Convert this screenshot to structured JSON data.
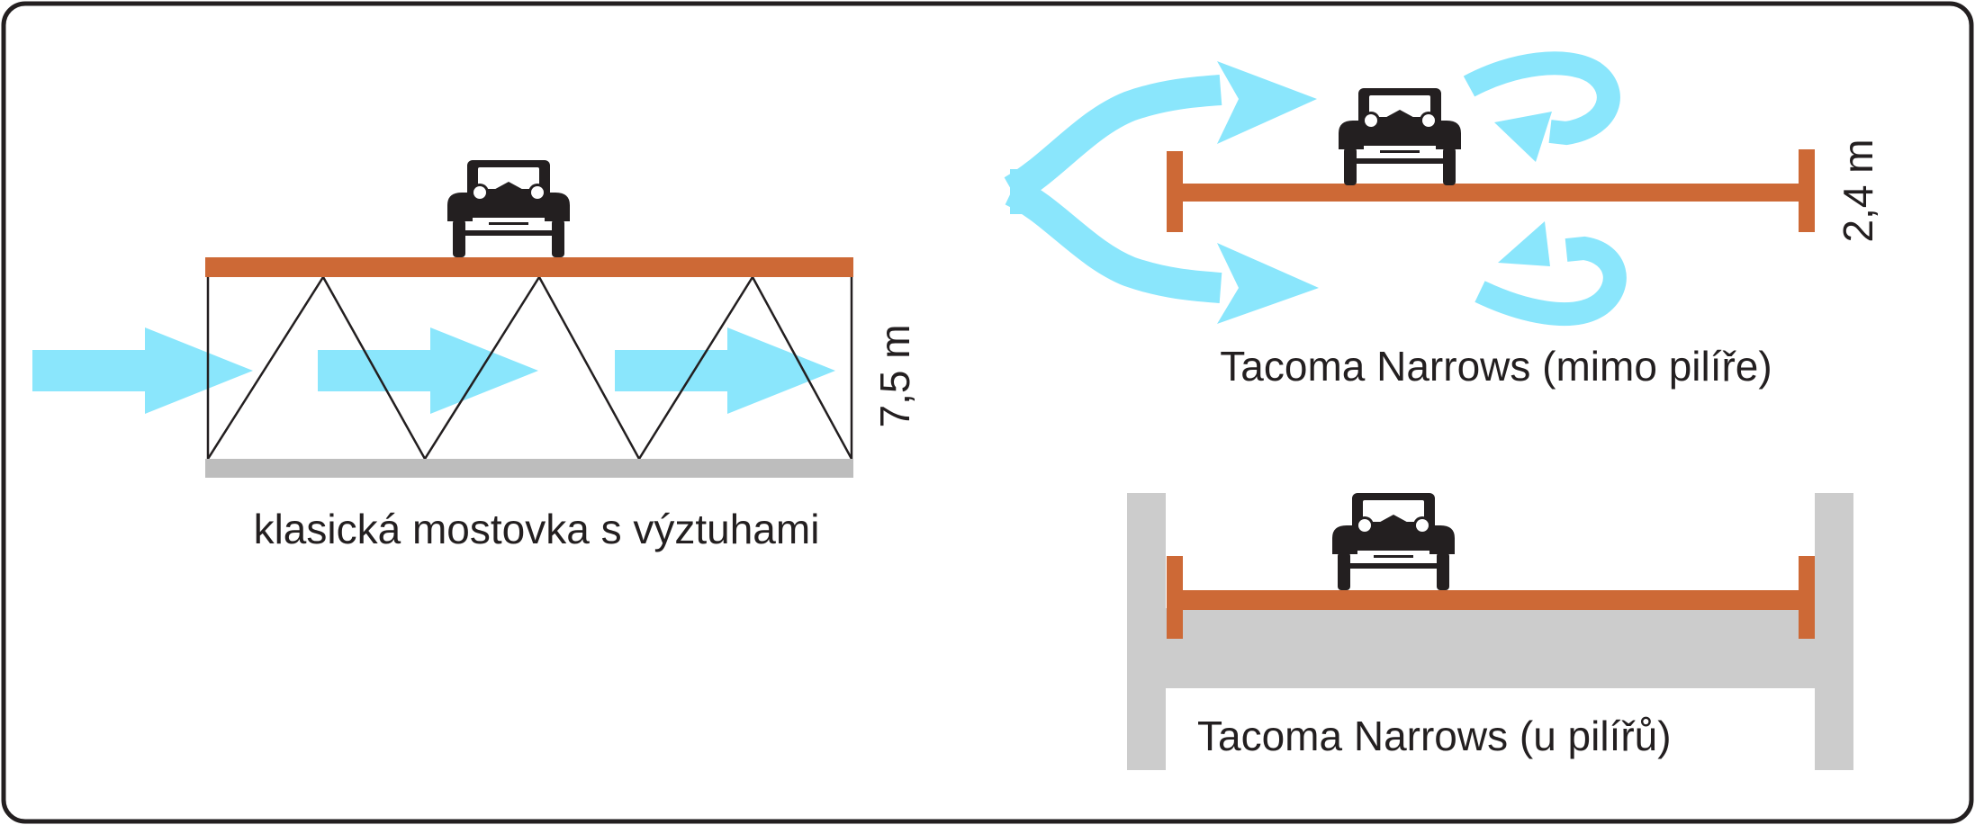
{
  "diagrams": {
    "truss": {
      "caption": "klasická mostovka s výztuhami",
      "height_label": "7,5 m"
    },
    "tacoma_mid": {
      "caption": "Tacoma Narrows (mimo pilíře)",
      "height_label": "2,4 m"
    },
    "tacoma_pier": {
      "caption": "Tacoma Narrows (u pilířů)"
    }
  },
  "colors": {
    "deck": "#cd6936",
    "wind": "#8ae6fc",
    "gray": "#cccccc",
    "bottom_chord": "#bdbdbd",
    "ink": "#231f20"
  }
}
